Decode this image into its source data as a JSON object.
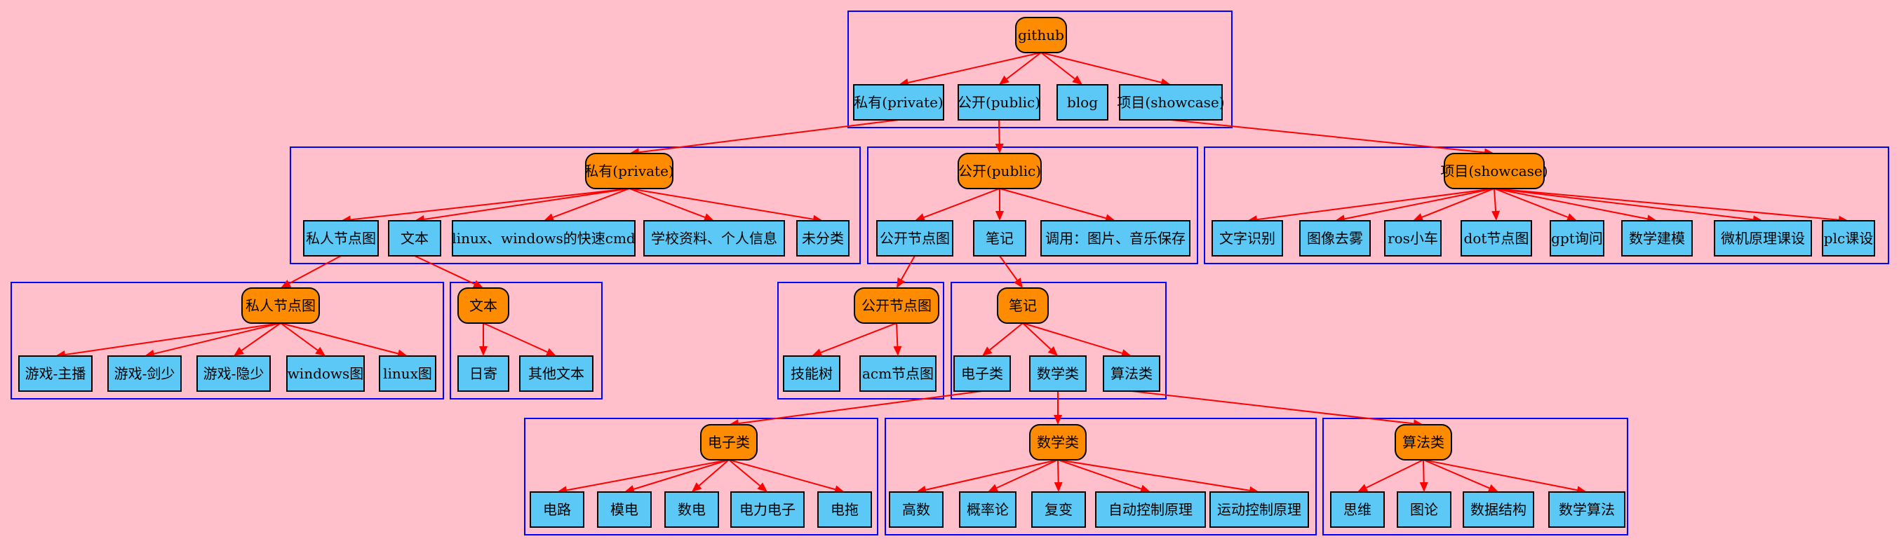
{
  "colors": {
    "background": "#FFC0CB",
    "cluster_border": "#0000FF",
    "hub_fill": "#FF8C00",
    "leaf_fill": "#5BC8F5",
    "edge": "#FF0000"
  },
  "nodes": {
    "github": "github",
    "private_leaf": "私有(private)",
    "public_leaf": "公开(public)",
    "blog": "blog",
    "showcase_leaf": "项目(showcase)",
    "private_hub": "私有(private)",
    "private_graph_leaf": "私人节点图",
    "text_leaf": "文本",
    "cmd": "linux、windows的快速cmd",
    "school": "学校资料、个人信息",
    "uncat": "未分类",
    "public_hub": "公开(public)",
    "public_graph_leaf": "公开节点图",
    "notes_leaf": "笔记",
    "media": "调用：图片、音乐保存",
    "showcase_hub": "项目(showcase)",
    "ocr": "文字识别",
    "dehaze": "图像去雾",
    "roscar": "ros小车",
    "dotgraph": "dot节点图",
    "gpt": "gpt询问",
    "mathmodel": "数学建模",
    "mcu": "微机原理课设",
    "plc": "plc课设",
    "private_graph_hub": "私人节点图",
    "game_host": "游戏-主播",
    "game_jian": "游戏-剑少",
    "game_yin": "游戏-隐少",
    "wingraph": "windows图",
    "linuxgraph": "linux图",
    "text_hub": "文本",
    "diary": "日寄",
    "othertext": "其他文本",
    "public_graph_hub": "公开节点图",
    "skilltree": "技能树",
    "acm": "acm节点图",
    "notes_hub": "笔记",
    "elec_leaf": "电子类",
    "math_leaf": "数学类",
    "algo_leaf": "算法类",
    "elec_hub": "电子类",
    "circuit": "电路",
    "analog": "模电",
    "digital": "数电",
    "power": "电力电子",
    "drag": "电拖",
    "math_hub": "数学类",
    "calc": "高数",
    "prob": "概率论",
    "complex": "复变",
    "autoctrl": "自动控制原理",
    "motionctrl": "运动控制原理",
    "algo_hub": "算法类",
    "thinking": "思维",
    "graphtheory": "图论",
    "datastruct": "数据结构",
    "mathalgo": "数学算法"
  },
  "edges": [
    [
      "github",
      "private_leaf"
    ],
    [
      "github",
      "public_leaf"
    ],
    [
      "github",
      "blog"
    ],
    [
      "github",
      "showcase_leaf"
    ],
    [
      "private_leaf",
      "private_hub"
    ],
    [
      "public_leaf",
      "public_hub"
    ],
    [
      "showcase_leaf",
      "showcase_hub"
    ],
    [
      "private_hub",
      "private_graph_leaf"
    ],
    [
      "private_hub",
      "text_leaf"
    ],
    [
      "private_hub",
      "cmd"
    ],
    [
      "private_hub",
      "school"
    ],
    [
      "private_hub",
      "uncat"
    ],
    [
      "public_hub",
      "public_graph_leaf"
    ],
    [
      "public_hub",
      "notes_leaf"
    ],
    [
      "public_hub",
      "media"
    ],
    [
      "showcase_hub",
      "ocr"
    ],
    [
      "showcase_hub",
      "dehaze"
    ],
    [
      "showcase_hub",
      "roscar"
    ],
    [
      "showcase_hub",
      "dotgraph"
    ],
    [
      "showcase_hub",
      "gpt"
    ],
    [
      "showcase_hub",
      "mathmodel"
    ],
    [
      "showcase_hub",
      "mcu"
    ],
    [
      "showcase_hub",
      "plc"
    ],
    [
      "private_graph_leaf",
      "private_graph_hub"
    ],
    [
      "text_leaf",
      "text_hub"
    ],
    [
      "public_graph_leaf",
      "public_graph_hub"
    ],
    [
      "notes_leaf",
      "notes_hub"
    ],
    [
      "private_graph_hub",
      "game_host"
    ],
    [
      "private_graph_hub",
      "game_jian"
    ],
    [
      "private_graph_hub",
      "game_yin"
    ],
    [
      "private_graph_hub",
      "wingraph"
    ],
    [
      "private_graph_hub",
      "linuxgraph"
    ],
    [
      "text_hub",
      "diary"
    ],
    [
      "text_hub",
      "othertext"
    ],
    [
      "public_graph_hub",
      "skilltree"
    ],
    [
      "public_graph_hub",
      "acm"
    ],
    [
      "notes_hub",
      "elec_leaf"
    ],
    [
      "notes_hub",
      "math_leaf"
    ],
    [
      "notes_hub",
      "algo_leaf"
    ],
    [
      "elec_leaf",
      "elec_hub"
    ],
    [
      "math_leaf",
      "math_hub"
    ],
    [
      "algo_leaf",
      "algo_hub"
    ],
    [
      "elec_hub",
      "circuit"
    ],
    [
      "elec_hub",
      "analog"
    ],
    [
      "elec_hub",
      "digital"
    ],
    [
      "elec_hub",
      "power"
    ],
    [
      "elec_hub",
      "drag"
    ],
    [
      "math_hub",
      "calc"
    ],
    [
      "math_hub",
      "prob"
    ],
    [
      "math_hub",
      "complex"
    ],
    [
      "math_hub",
      "autoctrl"
    ],
    [
      "math_hub",
      "motionctrl"
    ],
    [
      "algo_hub",
      "thinking"
    ],
    [
      "algo_hub",
      "graphtheory"
    ],
    [
      "algo_hub",
      "datastruct"
    ],
    [
      "algo_hub",
      "mathalgo"
    ]
  ]
}
